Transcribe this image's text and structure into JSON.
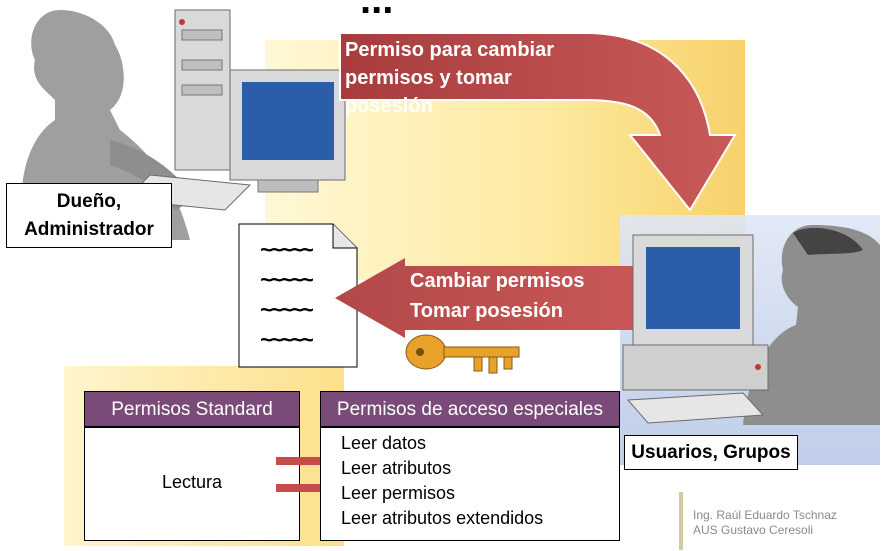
{
  "top_title_partial": "...",
  "owner_label": [
    "Dueño,",
    "Administrador"
  ],
  "users_label": "Usuarios, Grupos",
  "arrow_top": [
    "Permiso para cambiar",
    "permisos y tomar",
    "posesión"
  ],
  "arrow_middle": [
    "Cambiar permisos",
    "Tomar posesión"
  ],
  "document_lines": [
    "~~~~~",
    "~~~~~",
    "~~~~~",
    "~~~~~"
  ],
  "standard_header": "Permisos Standard",
  "standard_value": "Lectura",
  "special_header": "Permisos de acceso especiales",
  "special_items": [
    "Leer datos",
    "Leer atributos",
    "Leer permisos",
    "Leer atributos extendidos"
  ],
  "credits": [
    "Ing. Raúl Eduardo Tschnaz",
    "AUS Gustavo Ceresoli"
  ],
  "colors": {
    "arrow_red": "#b34b4b",
    "header_purple": "#7a4a78",
    "equals_red": "#c64b4b",
    "key_gold": "#e8a12a"
  }
}
